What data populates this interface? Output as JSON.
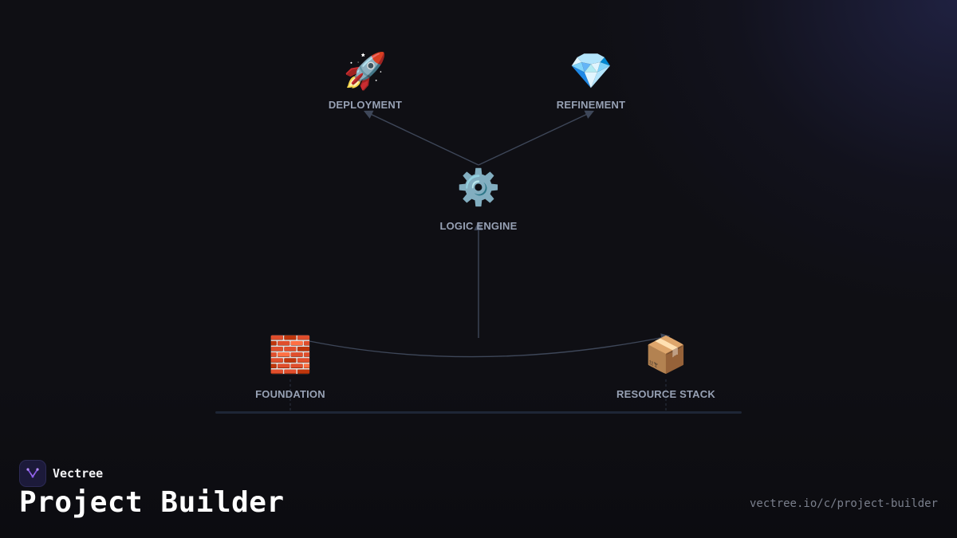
{
  "brand": {
    "name": "Vectree",
    "logo_icon": "vectree-logo-icon",
    "accent": "#8b5cf6"
  },
  "page": {
    "title": "Project Builder",
    "url": "vectree.io/c/project-builder"
  },
  "diagram": {
    "nodes": [
      {
        "id": "deployment",
        "label": "DEPLOYMENT",
        "icon": "rocket-icon",
        "emoji": "🚀"
      },
      {
        "id": "refinement",
        "label": "REFINEMENT",
        "icon": "gem-icon",
        "emoji": "💎"
      },
      {
        "id": "logic-engine",
        "label": "LOGIC ENGINE",
        "icon": "gear-icon",
        "emoji": "⚙️"
      },
      {
        "id": "foundation",
        "label": "FOUNDATION",
        "icon": "brick-icon",
        "emoji": "🧱"
      },
      {
        "id": "resource-stack",
        "label": "RESOURCE STACK",
        "icon": "package-icon",
        "emoji": "📦"
      }
    ],
    "edges": [
      {
        "from": "logic-engine",
        "to": "deployment"
      },
      {
        "from": "logic-engine",
        "to": "refinement"
      },
      {
        "from": "foundation",
        "to": "logic-engine"
      },
      {
        "from": "foundation",
        "to": "resource-stack"
      }
    ],
    "colors": {
      "edge": "#3e4759",
      "label": "#97a1b4",
      "ground": "#1e2636"
    }
  }
}
